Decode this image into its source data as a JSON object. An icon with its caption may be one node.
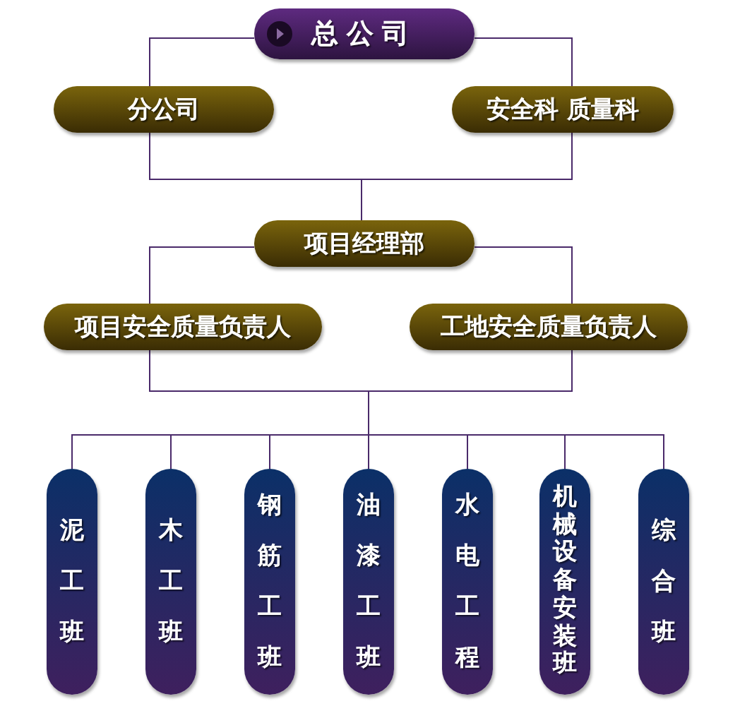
{
  "diagram": {
    "nodes": [
      {
        "text": [
          "总公司"
        ]
      },
      {
        "text": [
          "分公司"
        ]
      },
      {
        "text": [
          "安全科 质量科"
        ]
      },
      {
        "text": [
          "项目经理部"
        ]
      },
      {
        "text": [
          "项目安全质量负责人"
        ]
      },
      {
        "text": [
          "工地安全质量负责人"
        ]
      },
      {
        "text": [
          "泥工班"
        ]
      },
      {
        "text": [
          "木工班"
        ]
      },
      {
        "text": [
          "钢筋工班"
        ]
      },
      {
        "text": [
          "油漆工班"
        ]
      },
      {
        "text": [
          "水电工程"
        ]
      },
      {
        "text": [
          "机械设备安装班"
        ]
      },
      {
        "text": [
          "综合班"
        ]
      }
    ],
    "edges": [
      {
        "from": 0,
        "to": 1,
        "arrow": "none"
      },
      {
        "from": 0,
        "to": 2,
        "arrow": "none"
      },
      {
        "from": 1,
        "to": 3,
        "arrow": "none"
      },
      {
        "from": 2,
        "to": 3,
        "arrow": "none"
      },
      {
        "from": 3,
        "to": 4,
        "arrow": "none"
      },
      {
        "from": 3,
        "to": 5,
        "arrow": "none"
      },
      {
        "from": 4,
        "to": 6,
        "arrow": "none"
      },
      {
        "from": 4,
        "to": 7,
        "arrow": "none"
      },
      {
        "from": 4,
        "to": 8,
        "arrow": "none"
      },
      {
        "from": 4,
        "to": 9,
        "arrow": "none"
      },
      {
        "from": 4,
        "to": 10,
        "arrow": "none"
      },
      {
        "from": 4,
        "to": 11,
        "arrow": "none"
      },
      {
        "from": 4,
        "to": 12,
        "arrow": "none"
      },
      {
        "from": 5,
        "to": 6,
        "arrow": "none"
      },
      {
        "from": 5,
        "to": 7,
        "arrow": "none"
      },
      {
        "from": 5,
        "to": 8,
        "arrow": "none"
      },
      {
        "from": 5,
        "to": 9,
        "arrow": "none"
      },
      {
        "from": 5,
        "to": 10,
        "arrow": "none"
      },
      {
        "from": 5,
        "to": 11,
        "arrow": "none"
      },
      {
        "from": 5,
        "to": 12,
        "arrow": "none"
      }
    ]
  }
}
